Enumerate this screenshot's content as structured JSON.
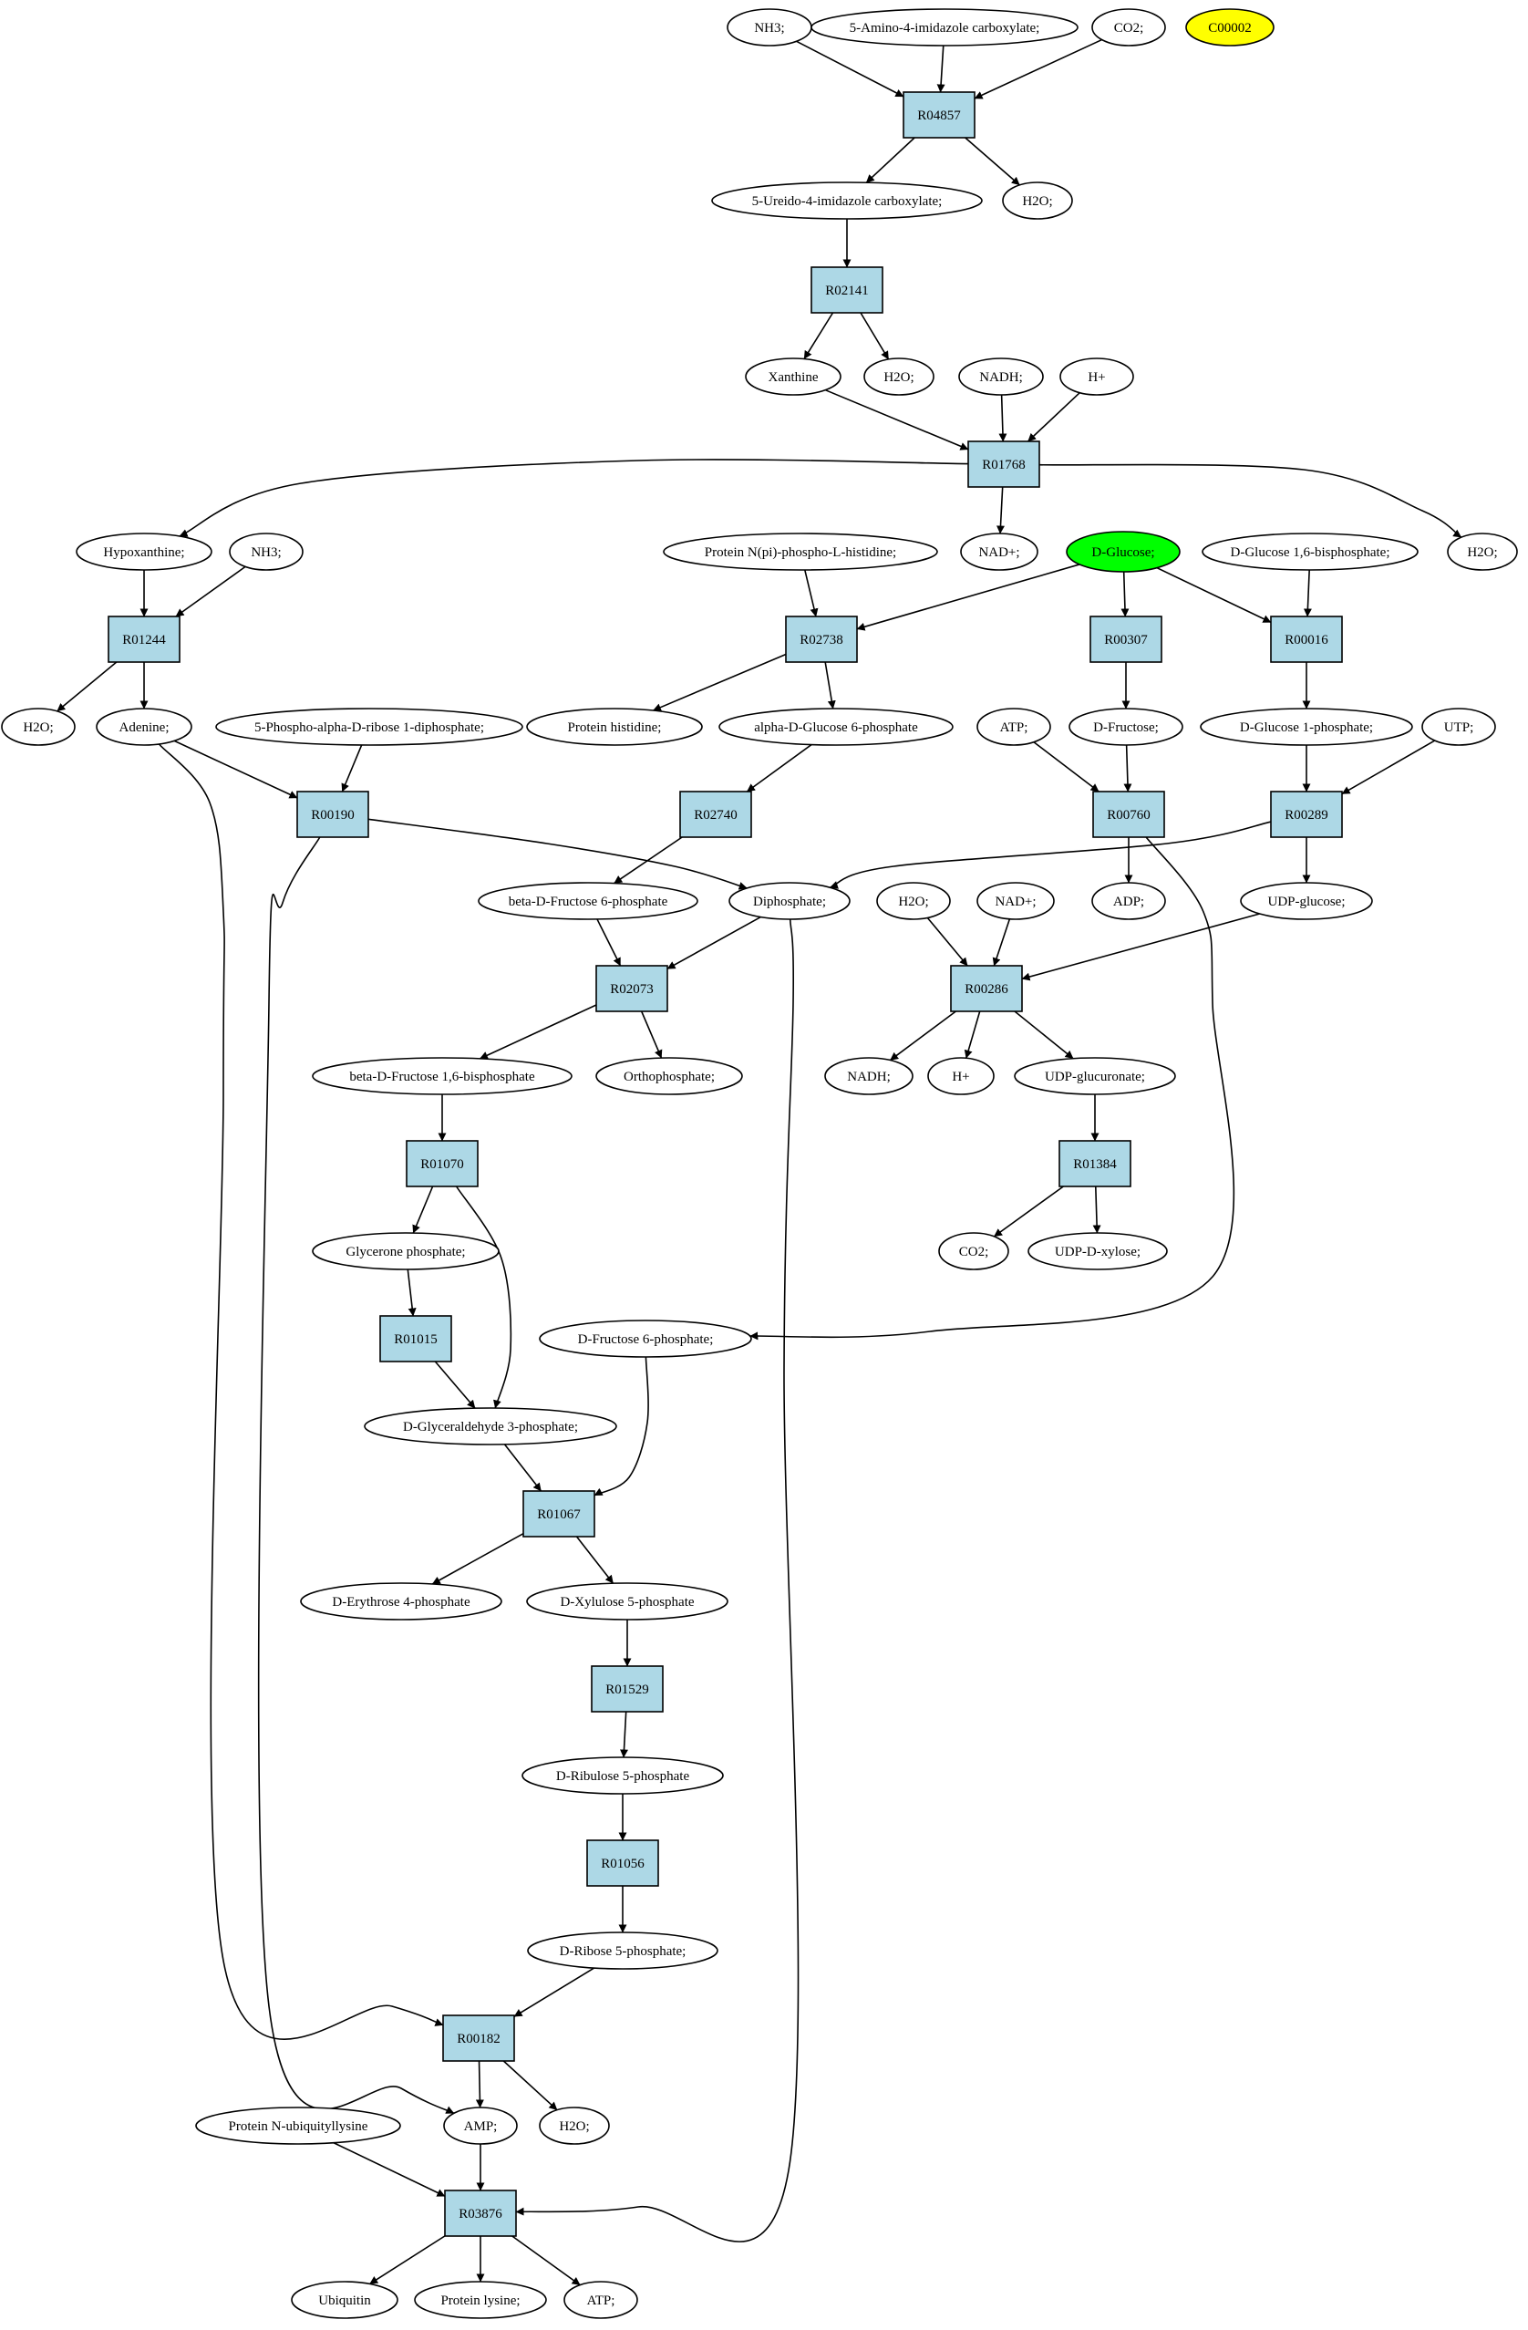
{
  "colors": {
    "reaction_fill": "#add8e6",
    "compound_fill": "#ffffff",
    "highlight_green": "#00ff00",
    "highlight_yellow": "#ffff00",
    "stroke": "#000000"
  },
  "nodes": {
    "c_nh3_top": {
      "kind": "compound",
      "label": "NH3;"
    },
    "c_aica": {
      "kind": "compound",
      "label": "5-Amino-4-imidazole carboxylate;"
    },
    "c_co2_top": {
      "kind": "compound",
      "label": "CO2;"
    },
    "c00002": {
      "kind": "compound",
      "label": "C00002",
      "fill": "highlight_yellow"
    },
    "r04857": {
      "kind": "reaction",
      "label": "R04857"
    },
    "c_ureido": {
      "kind": "compound",
      "label": "5-Ureido-4-imidazole carboxylate;"
    },
    "c_h2o_1": {
      "kind": "compound",
      "label": "H2O;"
    },
    "r02141": {
      "kind": "reaction",
      "label": "R02141"
    },
    "c_xanthine": {
      "kind": "compound",
      "label": "Xanthine"
    },
    "c_h2o_2": {
      "kind": "compound",
      "label": "H2O;"
    },
    "c_nadh_1": {
      "kind": "compound",
      "label": "NADH;"
    },
    "c_hplus_1": {
      "kind": "compound",
      "label": "H+"
    },
    "r01768": {
      "kind": "reaction",
      "label": "R01768"
    },
    "c_hypoxanthine": {
      "kind": "compound",
      "label": "Hypoxanthine;"
    },
    "c_nh3_2": {
      "kind": "compound",
      "label": "NH3;"
    },
    "c_nadplus_1": {
      "kind": "compound",
      "label": "NAD+;"
    },
    "c_h2o_3": {
      "kind": "compound",
      "label": "H2O;"
    },
    "c_protein_nphos": {
      "kind": "compound",
      "label": "Protein N(pi)-phospho-L-histidine;"
    },
    "c_dglucose": {
      "kind": "compound",
      "label": "D-Glucose;",
      "fill": "highlight_green"
    },
    "c_dglc16bp": {
      "kind": "compound",
      "label": "D-Glucose 1,6-bisphosphate;"
    },
    "r01244": {
      "kind": "reaction",
      "label": "R01244"
    },
    "r02738": {
      "kind": "reaction",
      "label": "R02738"
    },
    "r00307": {
      "kind": "reaction",
      "label": "R00307"
    },
    "r00016": {
      "kind": "reaction",
      "label": "R00016"
    },
    "c_h2o_4": {
      "kind": "compound",
      "label": "H2O;"
    },
    "c_adenine": {
      "kind": "compound",
      "label": "Adenine;"
    },
    "c_prpp": {
      "kind": "compound",
      "label": "5-Phospho-alpha-D-ribose 1-diphosphate;"
    },
    "c_prot_his": {
      "kind": "compound",
      "label": "Protein histidine;"
    },
    "c_agluc6p": {
      "kind": "compound",
      "label": "alpha-D-Glucose 6-phosphate"
    },
    "c_atp_1": {
      "kind": "compound",
      "label": "ATP;"
    },
    "c_dfructose": {
      "kind": "compound",
      "label": "D-Fructose;"
    },
    "c_dglc1p": {
      "kind": "compound",
      "label": "D-Glucose 1-phosphate;"
    },
    "c_utp": {
      "kind": "compound",
      "label": "UTP;"
    },
    "r00190": {
      "kind": "reaction",
      "label": "R00190"
    },
    "r02740": {
      "kind": "reaction",
      "label": "R02740"
    },
    "r00760": {
      "kind": "reaction",
      "label": "R00760"
    },
    "r00289": {
      "kind": "reaction",
      "label": "R00289"
    },
    "c_bdf6p": {
      "kind": "compound",
      "label": "beta-D-Fructose 6-phosphate"
    },
    "c_diphosphate": {
      "kind": "compound",
      "label": "Diphosphate;"
    },
    "c_h2o_5": {
      "kind": "compound",
      "label": "H2O;"
    },
    "c_nadplus_2": {
      "kind": "compound",
      "label": "NAD+;"
    },
    "c_adp": {
      "kind": "compound",
      "label": "ADP;"
    },
    "c_udpglucose": {
      "kind": "compound",
      "label": "UDP-glucose;"
    },
    "r02073": {
      "kind": "reaction",
      "label": "R02073"
    },
    "r00286": {
      "kind": "reaction",
      "label": "R00286"
    },
    "c_bdf16bp": {
      "kind": "compound",
      "label": "beta-D-Fructose 1,6-bisphosphate"
    },
    "c_orthophosphate": {
      "kind": "compound",
      "label": "Orthophosphate;"
    },
    "c_nadh_2": {
      "kind": "compound",
      "label": "NADH;"
    },
    "c_hplus_2": {
      "kind": "compound",
      "label": "H+"
    },
    "c_udpglcA": {
      "kind": "compound",
      "label": "UDP-glucuronate;"
    },
    "r01070": {
      "kind": "reaction",
      "label": "R01070"
    },
    "r01384": {
      "kind": "reaction",
      "label": "R01384"
    },
    "c_glyceronep": {
      "kind": "compound",
      "label": "Glycerone phosphate;"
    },
    "c_co2_2": {
      "kind": "compound",
      "label": "CO2;"
    },
    "c_udpxylose": {
      "kind": "compound",
      "label": "UDP-D-xylose;"
    },
    "r01015": {
      "kind": "reaction",
      "label": "R01015"
    },
    "c_df6p": {
      "kind": "compound",
      "label": "D-Fructose 6-phosphate;"
    },
    "c_dga3p": {
      "kind": "compound",
      "label": "D-Glyceraldehyde 3-phosphate;"
    },
    "r01067": {
      "kind": "reaction",
      "label": "R01067"
    },
    "c_de4p": {
      "kind": "compound",
      "label": "D-Erythrose 4-phosphate"
    },
    "c_dx5p": {
      "kind": "compound",
      "label": "D-Xylulose 5-phosphate"
    },
    "r01529": {
      "kind": "reaction",
      "label": "R01529"
    },
    "c_dru5p": {
      "kind": "compound",
      "label": "D-Ribulose 5-phosphate"
    },
    "r01056": {
      "kind": "reaction",
      "label": "R01056"
    },
    "c_dr5p": {
      "kind": "compound",
      "label": "D-Ribose 5-phosphate;"
    },
    "r00182": {
      "kind": "reaction",
      "label": "R00182"
    },
    "c_prot_nubiq": {
      "kind": "compound",
      "label": "Protein N-ubiquityllysine"
    },
    "c_amp": {
      "kind": "compound",
      "label": "AMP;"
    },
    "c_h2o_6": {
      "kind": "compound",
      "label": "H2O;"
    },
    "r03876": {
      "kind": "reaction",
      "label": "R03876"
    },
    "c_ubiquitin": {
      "kind": "compound",
      "label": "Ubiquitin"
    },
    "c_prot_lys": {
      "kind": "compound",
      "label": "Protein lysine;"
    },
    "c_atp_2": {
      "kind": "compound",
      "label": "ATP;"
    }
  },
  "edges": [
    [
      "c_nh3_top",
      "r04857"
    ],
    [
      "c_aica",
      "r04857"
    ],
    [
      "c_co2_top",
      "r04857"
    ],
    [
      "r04857",
      "c_ureido"
    ],
    [
      "r04857",
      "c_h2o_1"
    ],
    [
      "c_ureido",
      "r02141"
    ],
    [
      "r02141",
      "c_xanthine"
    ],
    [
      "r02141",
      "c_h2o_2"
    ],
    [
      "c_xanthine",
      "r01768"
    ],
    [
      "c_nadh_1",
      "r01768"
    ],
    [
      "c_hplus_1",
      "r01768"
    ],
    [
      "r01768",
      "c_hypoxanthine"
    ],
    [
      "r01768",
      "c_nadplus_1"
    ],
    [
      "r01768",
      "c_h2o_3"
    ],
    [
      "c_hypoxanthine",
      "r01244"
    ],
    [
      "c_nh3_2",
      "r01244"
    ],
    [
      "r01244",
      "c_h2o_4"
    ],
    [
      "r01244",
      "c_adenine"
    ],
    [
      "c_protein_nphos",
      "r02738"
    ],
    [
      "c_dglucose",
      "r02738"
    ],
    [
      "c_dglucose",
      "r00307"
    ],
    [
      "c_dglucose",
      "r00016"
    ],
    [
      "c_dglc16bp",
      "r00016"
    ],
    [
      "r02738",
      "c_prot_his"
    ],
    [
      "r02738",
      "c_agluc6p"
    ],
    [
      "r00307",
      "c_dfructose"
    ],
    [
      "r00016",
      "c_dglc1p"
    ],
    [
      "c_adenine",
      "r00190"
    ],
    [
      "c_prpp",
      "r00190"
    ],
    [
      "c_agluc6p",
      "r02740"
    ],
    [
      "c_atp_1",
      "r00760"
    ],
    [
      "c_dfructose",
      "r00760"
    ],
    [
      "c_dglc1p",
      "r00289"
    ],
    [
      "c_utp",
      "r00289"
    ],
    [
      "r00190",
      "c_diphosphate"
    ],
    [
      "r02740",
      "c_bdf6p"
    ],
    [
      "r00760",
      "c_adp"
    ],
    [
      "r00289",
      "c_diphosphate"
    ],
    [
      "r00289",
      "c_udpglucose"
    ],
    [
      "c_bdf6p",
      "r02073"
    ],
    [
      "c_diphosphate",
      "r02073"
    ],
    [
      "c_h2o_5",
      "r00286"
    ],
    [
      "c_nadplus_2",
      "r00286"
    ],
    [
      "c_udpglucose",
      "r00286"
    ],
    [
      "r02073",
      "c_bdf16bp"
    ],
    [
      "r02073",
      "c_orthophosphate"
    ],
    [
      "r00286",
      "c_nadh_2"
    ],
    [
      "r00286",
      "c_hplus_2"
    ],
    [
      "r00286",
      "c_udpglcA"
    ],
    [
      "c_bdf16bp",
      "r01070"
    ],
    [
      "c_udpglcA",
      "r01384"
    ],
    [
      "r01070",
      "c_glyceronep"
    ],
    [
      "r01070",
      "c_dga3p"
    ],
    [
      "r01384",
      "c_co2_2"
    ],
    [
      "r01384",
      "c_udpxylose"
    ],
    [
      "c_glyceronep",
      "r01015"
    ],
    [
      "r01015",
      "c_dga3p"
    ],
    [
      "r00760",
      "c_df6p"
    ],
    [
      "c_dga3p",
      "r01067"
    ],
    [
      "c_df6p",
      "r01067"
    ],
    [
      "r01067",
      "c_de4p"
    ],
    [
      "r01067",
      "c_dx5p"
    ],
    [
      "c_dx5p",
      "r01529"
    ],
    [
      "r01529",
      "c_dru5p"
    ],
    [
      "c_dru5p",
      "r01056"
    ],
    [
      "r01056",
      "c_dr5p"
    ],
    [
      "c_dr5p",
      "r00182"
    ],
    [
      "c_adenine",
      "r00182"
    ],
    [
      "r00182",
      "c_amp"
    ],
    [
      "r00182",
      "c_h2o_6"
    ],
    [
      "r00190",
      "c_amp"
    ],
    [
      "c_prot_nubiq",
      "r03876"
    ],
    [
      "c_amp",
      "r03876"
    ],
    [
      "c_diphosphate",
      "r03876"
    ],
    [
      "r03876",
      "c_ubiquitin"
    ],
    [
      "r03876",
      "c_prot_lys"
    ],
    [
      "r03876",
      "c_atp_2"
    ]
  ]
}
